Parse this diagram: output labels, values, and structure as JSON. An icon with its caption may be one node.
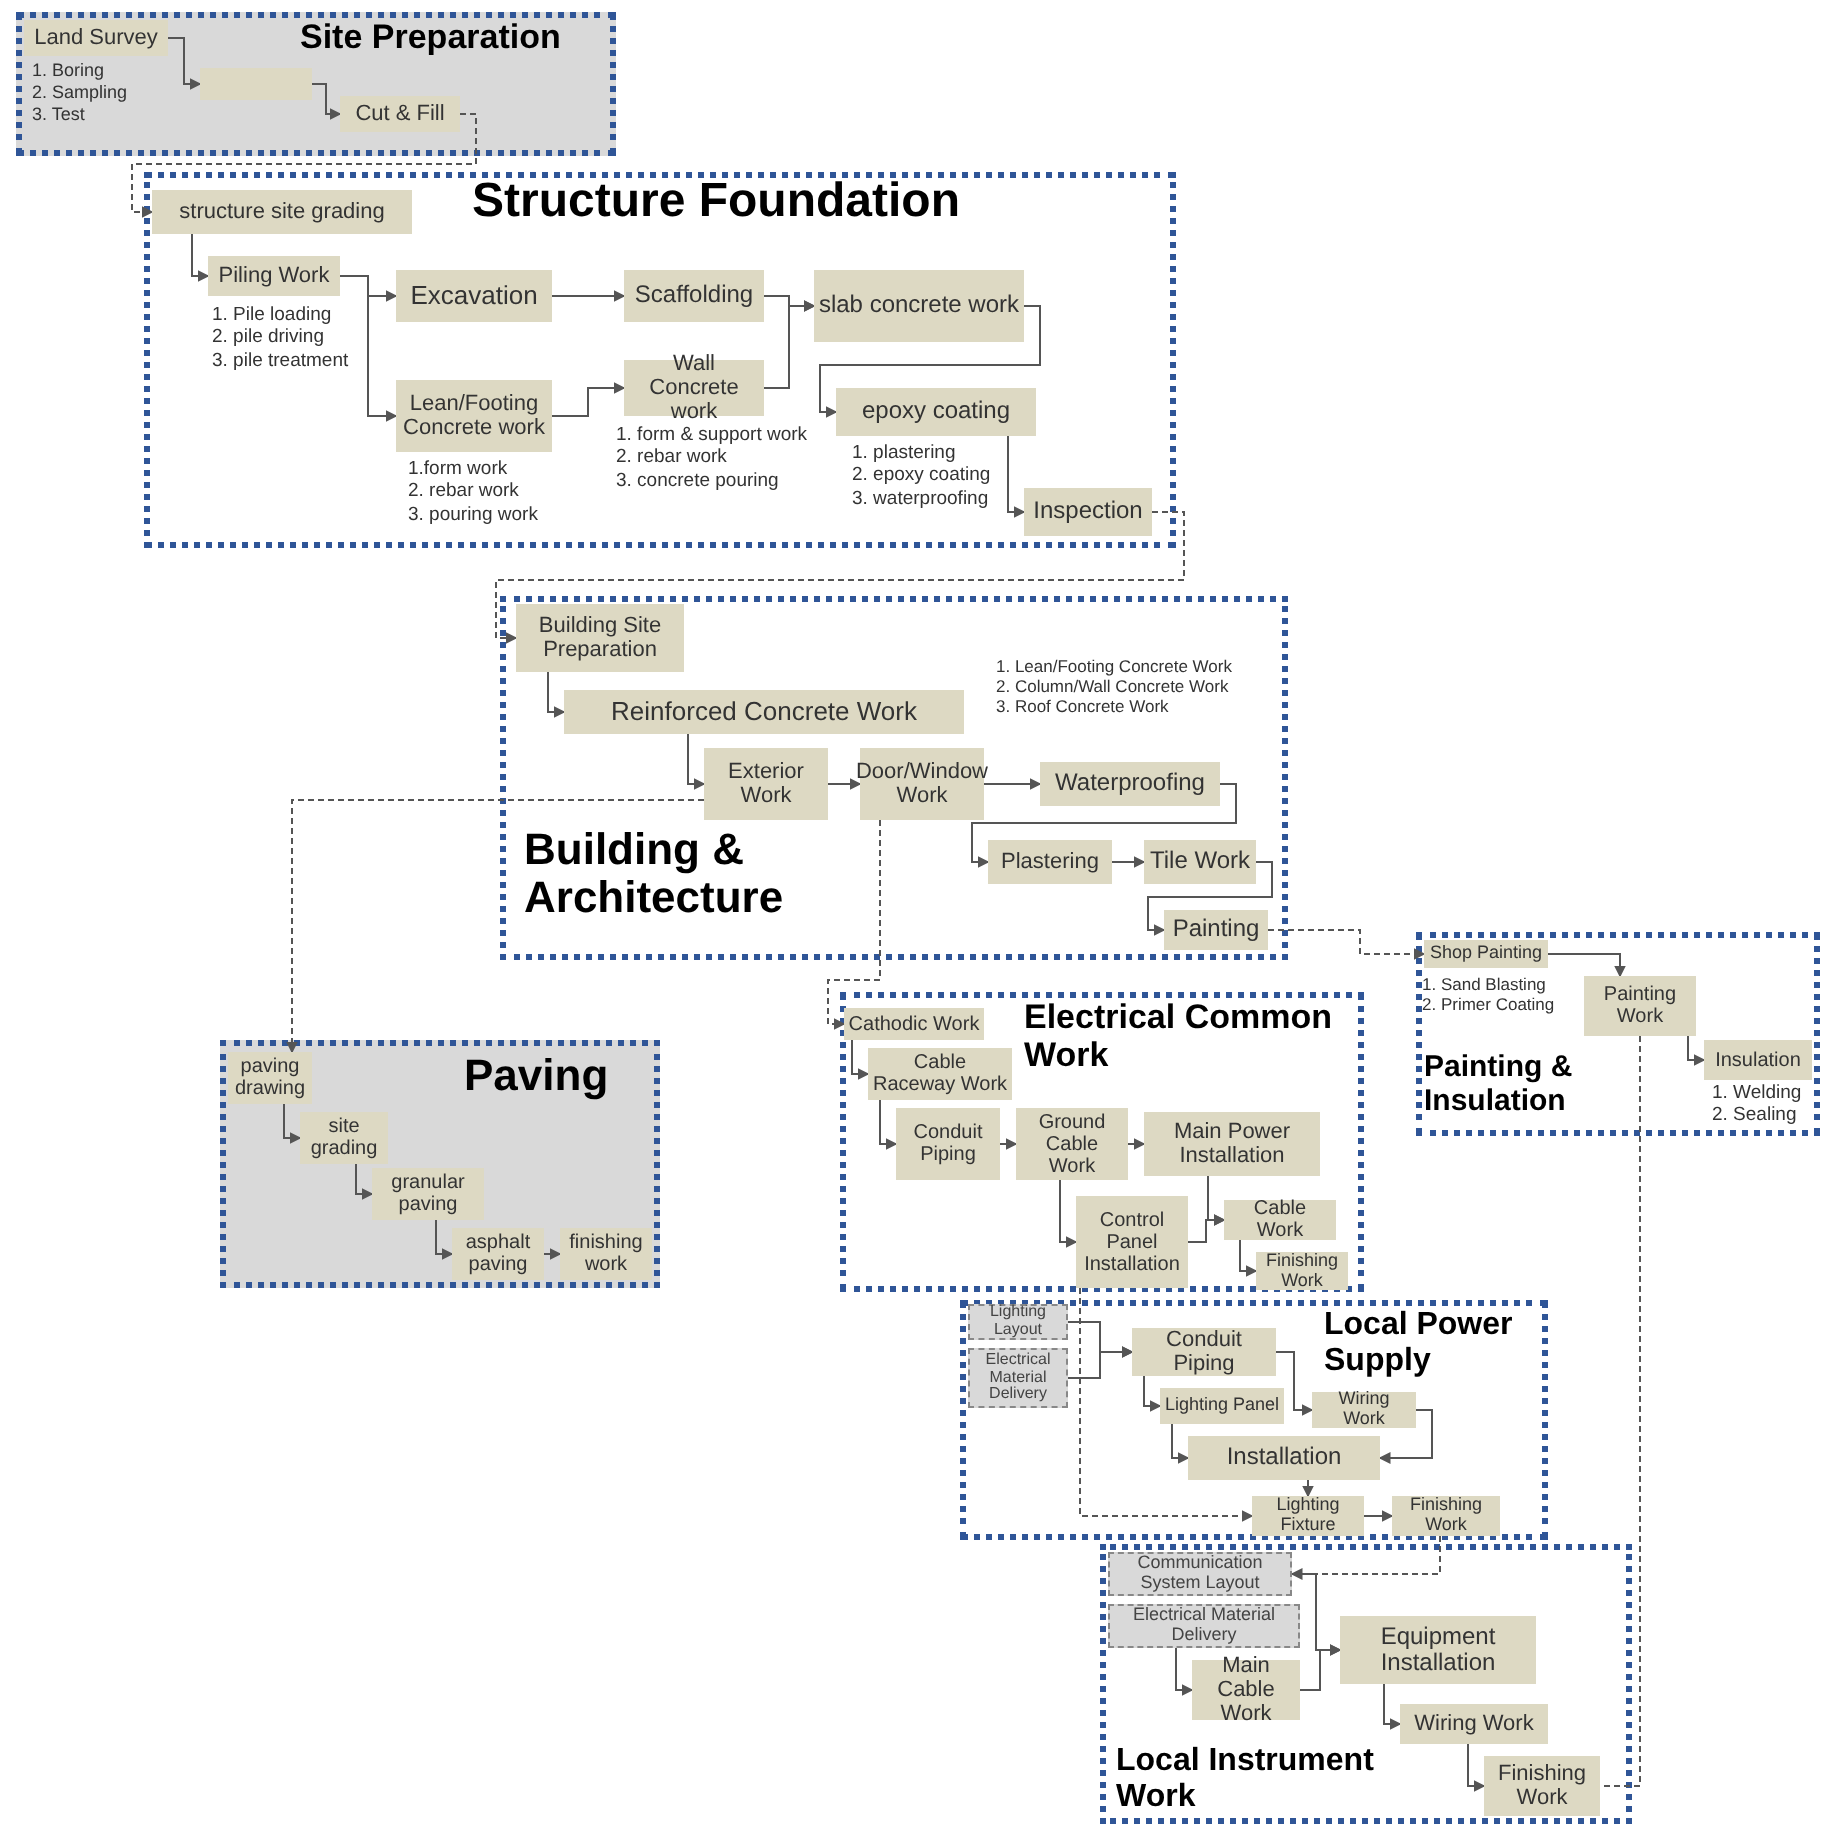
{
  "diagram": {
    "nodes": [
      {
        "text": [
          "Site Preparation"
        ]
      },
      {
        "text": [
          "Land Survey"
        ],
        "in": 0,
        "beside": [
          "1. Boring",
          "2. Sampling",
          "3. Test"
        ]
      },
      {
        "text": [],
        "shape": "box",
        "in": 0
      },
      {
        "text": [
          "Cut & Fill"
        ],
        "in": 0
      },
      {
        "text": [
          "Structure Foundation"
        ]
      },
      {
        "text": [
          "structure site grading"
        ],
        "in": 4
      },
      {
        "text": [
          "Piling Work"
        ],
        "in": 4,
        "beside": [
          "1. Pile loading",
          "2. pile driving",
          "3. pile treatment"
        ]
      },
      {
        "text": [
          "Excavation"
        ],
        "in": 4
      },
      {
        "text": [
          "Lean/Footing Concrete work"
        ],
        "in": 4,
        "beside": [
          "1.form work",
          "2. rebar work",
          "3. pouring work"
        ]
      },
      {
        "text": [
          "Scaffolding"
        ],
        "in": 4
      },
      {
        "text": [
          "Wall Concrete work"
        ],
        "in": 4,
        "beside": [
          "1. form & support work",
          "2. rebar work",
          "3. concrete pouring"
        ]
      },
      {
        "text": [
          "slab concrete work"
        ],
        "in": 4
      },
      {
        "text": [
          "epoxy coating"
        ],
        "in": 4,
        "beside": [
          "1. plastering",
          "2. epoxy coating",
          "3. waterproofing"
        ]
      },
      {
        "text": [
          "Inspection"
        ],
        "in": 4
      },
      {
        "text": [
          "Building & Architecture"
        ]
      },
      {
        "text": [
          "Building Site Preparation"
        ],
        "in": 14
      },
      {
        "text": [
          "Reinforced Concrete Work"
        ],
        "in": 14,
        "beside": [
          "1. Lean/Footing Concrete Work",
          "2. Column/Wall Concrete Work",
          "3. Roof Concrete Work"
        ]
      },
      {
        "text": [
          "Exterior Work"
        ],
        "in": 14
      },
      {
        "text": [
          "Door/Window Work"
        ],
        "in": 14
      },
      {
        "text": [
          "Waterproofing"
        ],
        "in": 14
      },
      {
        "text": [
          "Plastering"
        ],
        "in": 14
      },
      {
        "text": [
          "Tile Work"
        ],
        "in": 14
      },
      {
        "text": [
          "Painting"
        ],
        "in": 14
      },
      {
        "text": [
          "Paving"
        ]
      },
      {
        "text": [
          "paving drawing"
        ],
        "in": 23
      },
      {
        "text": [
          "site grading"
        ],
        "in": 23
      },
      {
        "text": [
          "granular paving"
        ],
        "in": 23
      },
      {
        "text": [
          "asphalt paving"
        ],
        "in": 23
      },
      {
        "text": [
          "finishing work"
        ],
        "in": 23
      },
      {
        "text": [
          "Electrical Common Work"
        ]
      },
      {
        "text": [
          "Cathodic Work"
        ],
        "in": 29
      },
      {
        "text": [
          "Cable Raceway Work"
        ],
        "in": 29
      },
      {
        "text": [
          "Conduit Piping"
        ],
        "in": 29
      },
      {
        "text": [
          "Ground Cable Work"
        ],
        "in": 29
      },
      {
        "text": [
          "Main Power Installation"
        ],
        "in": 29
      },
      {
        "text": [
          "Control Panel Installation"
        ],
        "in": 29
      },
      {
        "text": [
          "Cable Work"
        ],
        "in": 29
      },
      {
        "text": [
          "Finishing Work"
        ],
        "in": 29
      },
      {
        "text": [
          "Painting & Insulation"
        ]
      },
      {
        "text": [
          "Shop Painting"
        ],
        "in": 38,
        "beside": [
          "1. Sand Blasting",
          "2. Primer Coating"
        ]
      },
      {
        "text": [
          "Painting Work"
        ],
        "in": 38
      },
      {
        "text": [
          "Insulation"
        ],
        "in": 38,
        "beside": [
          "1. Welding",
          "2. Sealing"
        ]
      },
      {
        "text": [
          "Local Power Supply"
        ]
      },
      {
        "text": [
          "Lighting Layout"
        ],
        "in": 42
      },
      {
        "text": [
          "Electrical Material Delivery"
        ],
        "in": 42
      },
      {
        "text": [
          "Conduit Piping"
        ],
        "in": 42
      },
      {
        "text": [
          "Lighting Panel"
        ],
        "in": 42
      },
      {
        "text": [
          "Wiring Work"
        ],
        "in": 42
      },
      {
        "text": [
          "Installation"
        ],
        "in": 42
      },
      {
        "text": [
          "Lighting Fixture"
        ],
        "in": 42
      },
      {
        "text": [
          "Finishing Work"
        ],
        "in": 42
      },
      {
        "text": [
          "Local Instrument Work"
        ]
      },
      {
        "text": [
          "Communication System Layout"
        ],
        "in": 51
      },
      {
        "text": [
          "Electrical Material Delivery"
        ],
        "in": 51
      },
      {
        "text": [
          "Main Cable Work"
        ],
        "in": 51
      },
      {
        "text": [
          "Equipment Installation"
        ],
        "in": 51
      },
      {
        "text": [
          "Wiring Work"
        ],
        "in": 51
      },
      {
        "text": [
          "Finishing Work"
        ],
        "in": 51
      }
    ],
    "edges": [
      {
        "from": 1,
        "to": 2,
        "arrow": "to"
      },
      {
        "from": 2,
        "to": 3,
        "arrow": "to"
      },
      {
        "from": 5,
        "to": 6,
        "arrow": "to"
      },
      {
        "from": 6,
        "to": 7,
        "arrow": "to"
      },
      {
        "from": 6,
        "to": 8,
        "arrow": "to"
      },
      {
        "from": 7,
        "to": 9,
        "arrow": "to"
      },
      {
        "from": 8,
        "to": 10,
        "arrow": "to"
      },
      {
        "from": 9,
        "to": 11,
        "arrow": "to"
      },
      {
        "from": 10,
        "to": 11,
        "arrow": "to"
      },
      {
        "from": 11,
        "to": 12,
        "arrow": "to"
      },
      {
        "from": 12,
        "to": 13,
        "arrow": "to"
      },
      {
        "from": 15,
        "to": 16,
        "arrow": "to"
      },
      {
        "from": 16,
        "to": 17,
        "arrow": "to"
      },
      {
        "from": 17,
        "to": 18,
        "arrow": "to"
      },
      {
        "from": 18,
        "to": 19,
        "arrow": "to"
      },
      {
        "from": 19,
        "to": 20,
        "arrow": "to"
      },
      {
        "from": 20,
        "to": 21,
        "arrow": "to"
      },
      {
        "from": 21,
        "to": 22,
        "arrow": "to"
      },
      {
        "from": 24,
        "to": 25,
        "arrow": "to"
      },
      {
        "from": 25,
        "to": 26,
        "arrow": "to"
      },
      {
        "from": 26,
        "to": 27,
        "arrow": "to"
      },
      {
        "from": 27,
        "to": 28,
        "arrow": "to"
      },
      {
        "from": 30,
        "to": 31,
        "arrow": "to"
      },
      {
        "from": 31,
        "to": 32,
        "arrow": "to"
      },
      {
        "from": 32,
        "to": 33,
        "arrow": "to"
      },
      {
        "from": 33,
        "to": 34,
        "arrow": "to"
      },
      {
        "from": 33,
        "to": 35,
        "arrow": "to"
      },
      {
        "from": 35,
        "to": 36,
        "arrow": "to"
      },
      {
        "from": 34,
        "to": 36,
        "arrow": "to"
      },
      {
        "from": 36,
        "to": 37,
        "arrow": "to"
      },
      {
        "from": 39,
        "to": 40,
        "arrow": "to"
      },
      {
        "from": 40,
        "to": 41,
        "arrow": "to"
      },
      {
        "from": 43,
        "to": 45,
        "arrow": "to"
      },
      {
        "from": 44,
        "to": 45,
        "arrow": "to"
      },
      {
        "from": 45,
        "to": 46,
        "arrow": "to"
      },
      {
        "from": 45,
        "to": 47,
        "arrow": "to"
      },
      {
        "from": 46,
        "to": 48,
        "arrow": "to"
      },
      {
        "from": 47,
        "to": 48,
        "arrow": "to"
      },
      {
        "from": 48,
        "to": 49,
        "arrow": "to"
      },
      {
        "from": 49,
        "to": 50,
        "arrow": "to"
      },
      {
        "from": 52,
        "to": 55,
        "arrow": "to"
      },
      {
        "from": 53,
        "to": 54,
        "arrow": "to"
      },
      {
        "from": 54,
        "to": 55,
        "arrow": "to"
      },
      {
        "from": 55,
        "to": 56,
        "arrow": "to"
      },
      {
        "from": 56,
        "to": 57,
        "arrow": "to"
      },
      {
        "from": 3,
        "to": 5,
        "arrow": "to",
        "style": "dashed"
      },
      {
        "from": 13,
        "to": 15,
        "arrow": "to",
        "style": "dashed"
      },
      {
        "from": 17,
        "to": 24,
        "arrow": "to",
        "style": "dashed"
      },
      {
        "from": 18,
        "to": 30,
        "arrow": "to",
        "style": "dashed"
      },
      {
        "from": 22,
        "to": 39,
        "arrow": "to",
        "style": "dashed"
      },
      {
        "from": 35,
        "to": 49,
        "arrow": "to",
        "style": "dashed"
      },
      {
        "from": 50,
        "to": 52,
        "arrow": "to",
        "style": "dashed"
      },
      {
        "from": 40,
        "to": 57,
        "arrow": "none",
        "style": "dashed"
      }
    ]
  }
}
